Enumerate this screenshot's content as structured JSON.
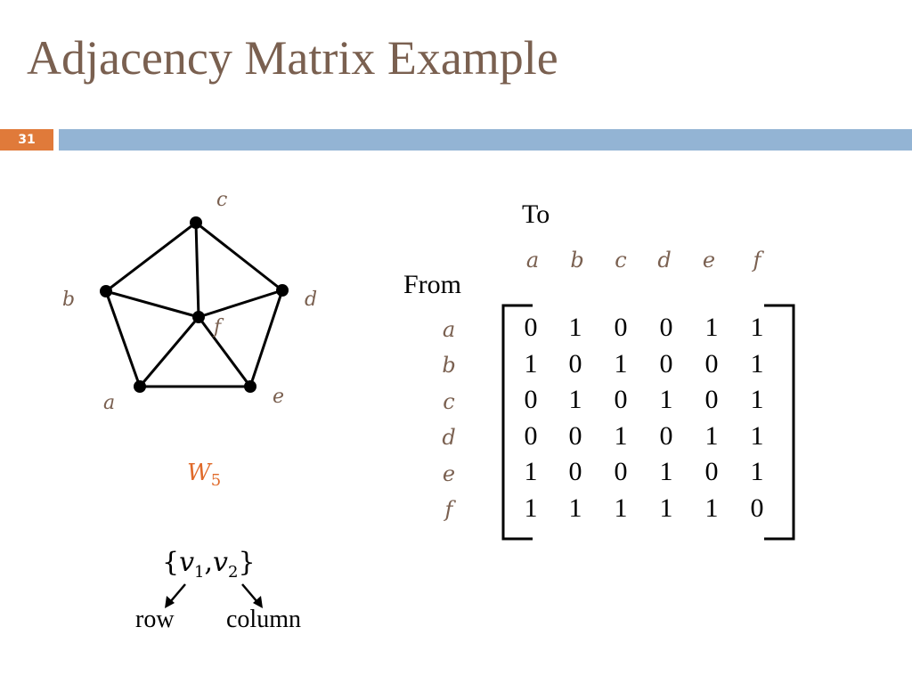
{
  "slide": {
    "title": "Adjacency Matrix Example",
    "number": "31"
  },
  "graph": {
    "name": "W",
    "name_sub": "5",
    "nodes": [
      "a",
      "b",
      "c",
      "d",
      "e",
      "f"
    ]
  },
  "matrix": {
    "to_label": "To",
    "from_label": "From",
    "col_labels": [
      "a",
      "b",
      "c",
      "d",
      "e",
      "f"
    ],
    "row_labels": [
      "a",
      "b",
      "c",
      "d",
      "e",
      "f"
    ],
    "rows": [
      [
        "0",
        "1",
        "0",
        "0",
        "1",
        "1"
      ],
      [
        "1",
        "0",
        "1",
        "0",
        "0",
        "1"
      ],
      [
        "0",
        "1",
        "0",
        "1",
        "0",
        "1"
      ],
      [
        "0",
        "0",
        "1",
        "0",
        "1",
        "1"
      ],
      [
        "1",
        "0",
        "0",
        "1",
        "0",
        "1"
      ],
      [
        "1",
        "1",
        "1",
        "1",
        "1",
        "0"
      ]
    ]
  },
  "pair_note": {
    "v": "v",
    "sub1": "1",
    "sub2": "2",
    "row_label": "row",
    "column_label": "column"
  }
}
